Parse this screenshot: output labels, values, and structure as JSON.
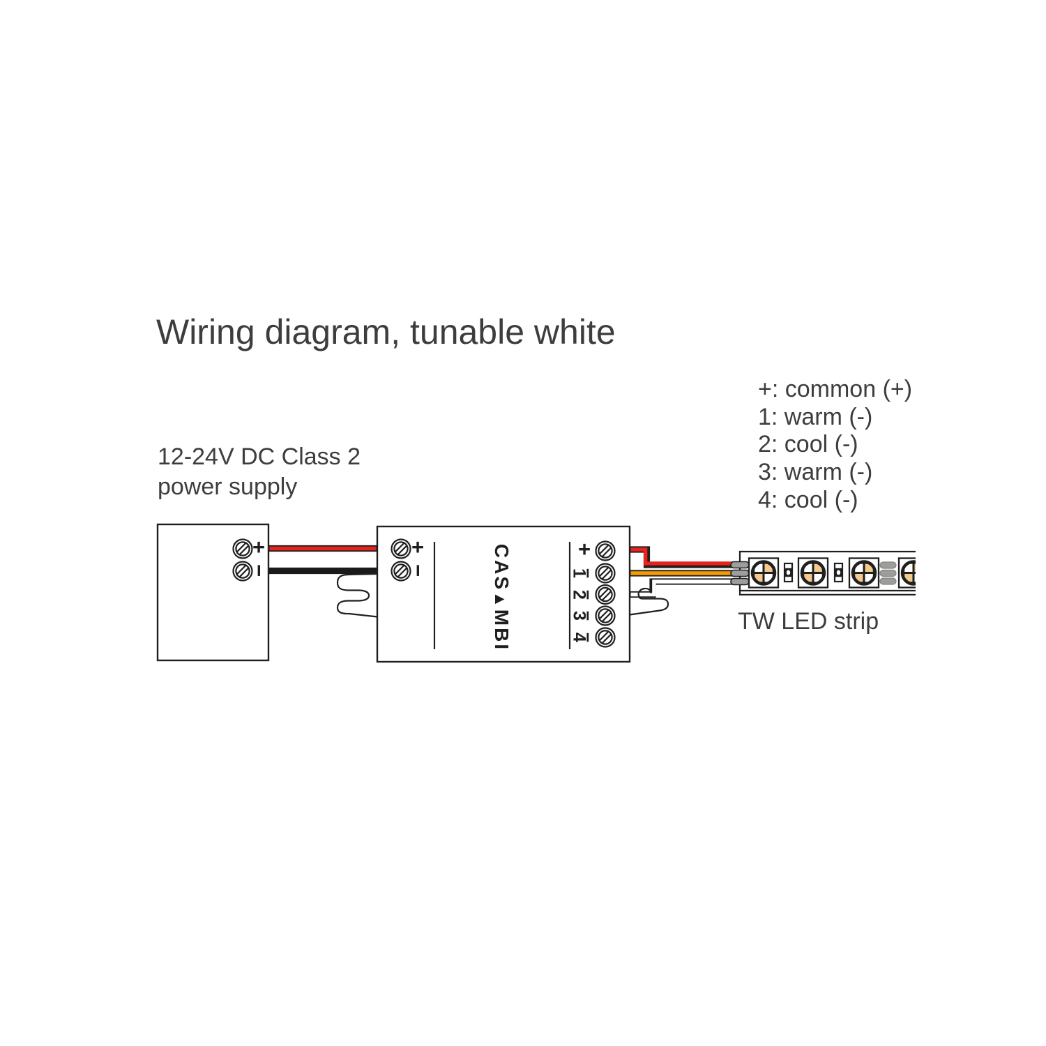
{
  "title": "Wiring diagram, tunable white",
  "power_supply": {
    "line1": "12-24V DC Class 2",
    "line2": "power supply",
    "terminals": [
      {
        "label": "+"
      },
      {
        "label": "−"
      }
    ]
  },
  "controller": {
    "brand": {
      "prefix": "CAS",
      "mark": "▲",
      "suffix": "MBI"
    },
    "inputs": [
      {
        "label": "+"
      },
      {
        "label": "−"
      }
    ],
    "outputs": [
      {
        "label": "+",
        "sign": ""
      },
      {
        "label": "1",
        "sign": "−"
      },
      {
        "label": "2",
        "sign": "−"
      },
      {
        "label": "3",
        "sign": "−"
      },
      {
        "label": "4",
        "sign": "−"
      }
    ]
  },
  "led_strip": {
    "label": "TW LED strip"
  },
  "legend": {
    "items": [
      "+: common (+)",
      "1: warm (-)",
      "2: cool (-)",
      "3: warm (-)",
      "4: cool (-)"
    ]
  },
  "colors": {
    "line": "#1f1f1f",
    "text": "#3d3d3d",
    "wire_red": "#e8221c",
    "wire_orange": "#f59b00",
    "wire_black": "#1a1a1a",
    "wire_white": "#ffffff",
    "led_warm": "#f4c98d",
    "led_cool": "#ffffff",
    "pad_gray": "#9d9d9c"
  }
}
